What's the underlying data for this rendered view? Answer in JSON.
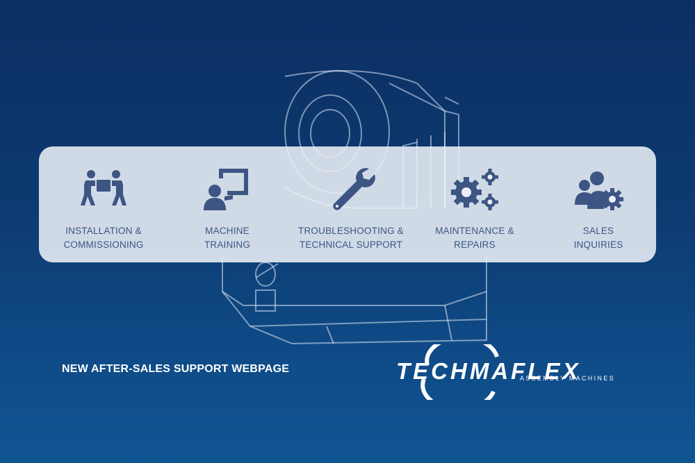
{
  "services": [
    {
      "line1": "INSTALLATION &",
      "line2": "COMMISSIONING",
      "icon": "people-carrying-box-icon"
    },
    {
      "line1": "MACHINE",
      "line2": "TRAINING",
      "icon": "presentation-screen-icon"
    },
    {
      "line1": "TROUBLESHOOTING &",
      "line2": "TECHNICAL SUPPORT",
      "icon": "wrench-icon"
    },
    {
      "line1": "MAINTENANCE &",
      "line2": "REPAIRS",
      "icon": "gears-icon"
    },
    {
      "line1": "SALES",
      "line2": "INQUIRIES",
      "icon": "people-gear-icon"
    }
  ],
  "headline": "NEW AFTER-SALES SUPPORT WEBPAGE",
  "logo": {
    "name": "TECHMAFLEX",
    "tagline": "ASSEMBLY MACHINES"
  },
  "colors": {
    "background": "#0d3a70",
    "icon": "#3d5583",
    "card": "#eceff7"
  }
}
